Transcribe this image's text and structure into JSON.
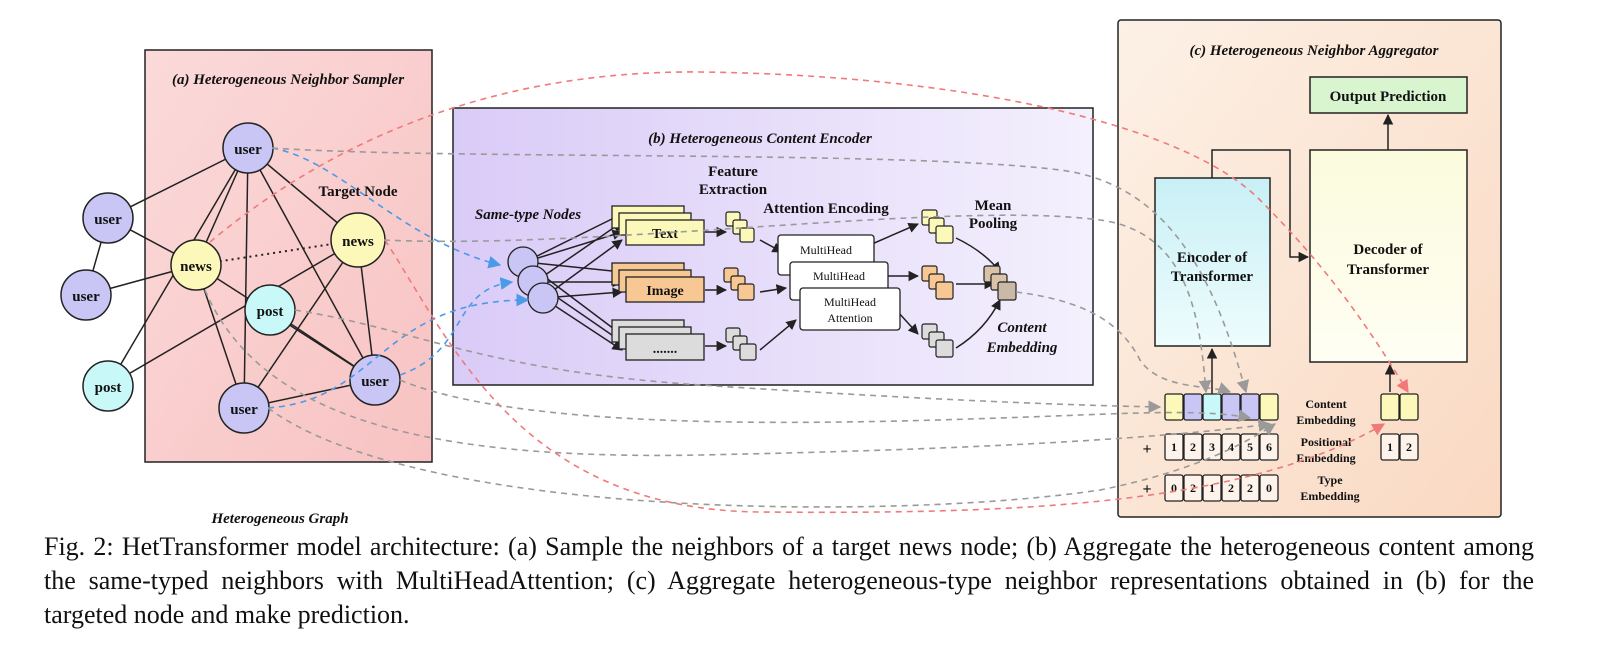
{
  "panels": {
    "sampler_title": "(a) Heterogeneous Neighbor Sampler",
    "encoder_title": "(b) Heterogeneous Content Encoder",
    "aggregator_title": "(c) Heterogeneous Neighbor Aggregator",
    "graph_label": "Heterogeneous Graph"
  },
  "sampler": {
    "target_node_label": "Target Node",
    "node_user": "user",
    "node_news": "news",
    "node_post": "post"
  },
  "encoder": {
    "same_type_nodes": "Same-type Nodes",
    "feature_extraction_1": "Feature",
    "feature_extraction_2": "Extraction",
    "attention_encoding": "Attention Encoding",
    "mean_pooling_1": "Mean",
    "mean_pooling_2": "Pooling",
    "text_box": "Text",
    "image_box": "Image",
    "other_box": ".......",
    "multihead_1": "MultiHead",
    "multihead_2": "MultiHead",
    "multihead_3a": "MultiHead",
    "multihead_3b": "Attention",
    "content_embedding_1": "Content",
    "content_embedding_2": "Embedding"
  },
  "aggregator": {
    "output_prediction": "Output Prediction",
    "encoder_1": "Encoder of",
    "encoder_2": "Transformer",
    "decoder_1": "Decoder of",
    "decoder_2": "Transformer",
    "content_emb_1": "Content",
    "content_emb_2": "Embedding",
    "positional_emb_1": "Positional",
    "positional_emb_2": "Embedding",
    "type_emb_1": "Type",
    "type_emb_2": "Embedding",
    "plus": "+",
    "positional_values": [
      "1",
      "2",
      "3",
      "4",
      "5",
      "6"
    ],
    "type_values": [
      "0",
      "2",
      "1",
      "2",
      "2",
      "0"
    ],
    "decoder_positional_values": [
      "1",
      "2"
    ]
  },
  "colors": {
    "user": "#c9c6f5",
    "news": "#fbf8b9",
    "post": "#c9f8f8",
    "sampler_bg": "#f9cccc",
    "encoder_bg": "#ddd2f7",
    "aggregator_bg": "#fbe7d7",
    "image": "#f8c894",
    "other": "#dcdcdc",
    "output": "#d8f5d0",
    "encoder_tf": "#d2f3f7",
    "decoder_tf": "#fdfde8",
    "red_dash": "#f07a7a",
    "blue_dash": "#4a9ae8",
    "gray_dash": "#8c8c8c"
  },
  "caption": "Fig. 2: HetTransformer model architecture: (a) Sample the neighbors of a target news node; (b) Aggregate the heterogeneous content among the same-typed neighbors with MultiHeadAttention; (c) Aggregate heterogeneous-type neighbor representations obtained in (b) for the targeted node and make prediction."
}
